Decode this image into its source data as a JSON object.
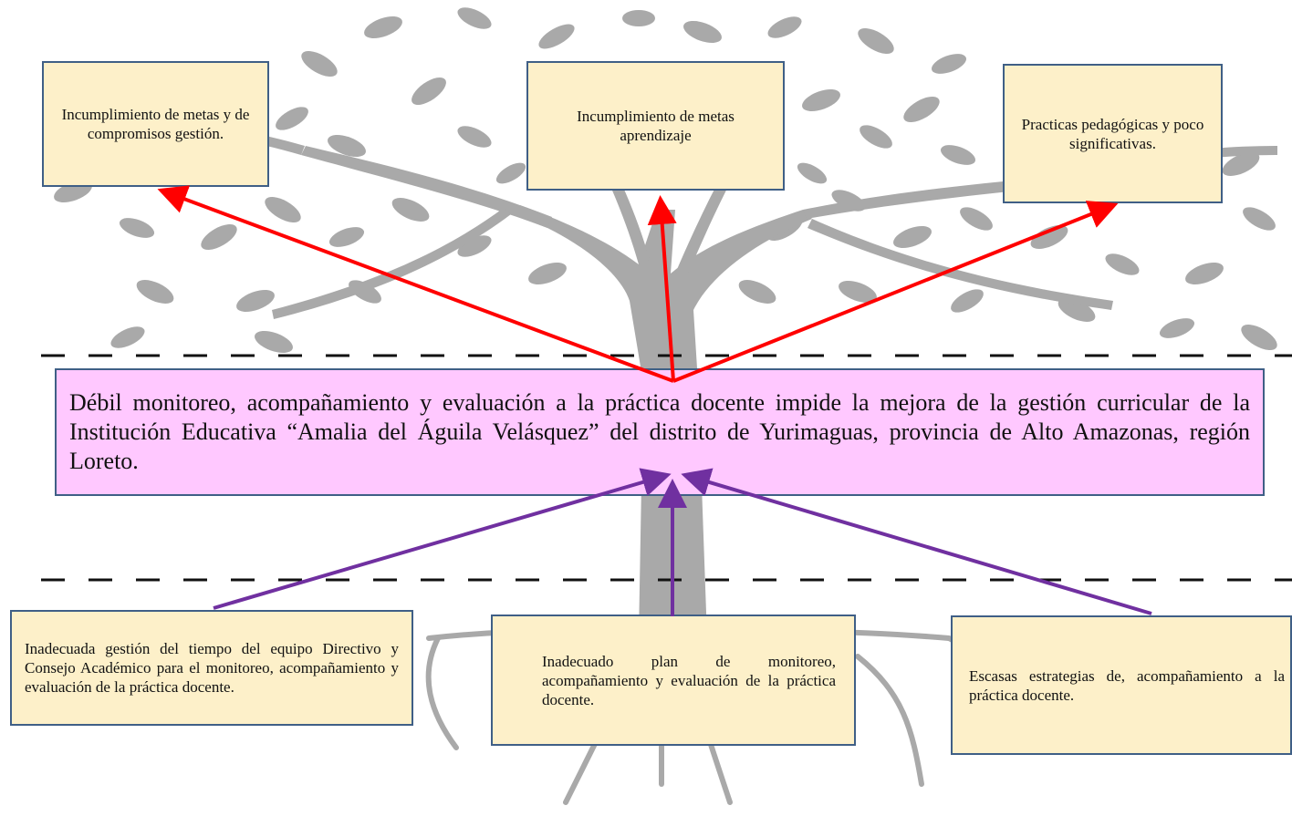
{
  "effects": [
    {
      "text": "Incumplimiento de metas y de compromisos gestión."
    },
    {
      "text": "Incumplimiento de metas aprendizaje"
    },
    {
      "text": "Practicas pedagógicas y poco significativas."
    }
  ],
  "problem": {
    "text": "Débil monitoreo, acompañamiento y evaluación a la práctica docente impide la mejora de la gestión curricular de la Institución Educativa “Amalia del Águila Velásquez” del distrito de Yurimaguas, provincia de Alto Amazonas, región Loreto."
  },
  "causes": [
    {
      "text": "Inadecuada gestión del tiempo del equipo Directivo y Consejo Académico para el monitoreo, acompañamiento y evaluación de la práctica docente."
    },
    {
      "text": "Inadecuado plan de monitoreo, acompañamiento y evaluación de la práctica docente."
    },
    {
      "text": "Escasas estrategias de, acompañamiento a la práctica docente."
    }
  ],
  "colors": {
    "effect_arrows": "#ff0000",
    "cause_arrows": "#7030a0",
    "box_fill": "#fdf0c9",
    "problem_fill": "#ffc8ff",
    "box_border": "#3f5f86",
    "tree": "#a9a9a9"
  }
}
